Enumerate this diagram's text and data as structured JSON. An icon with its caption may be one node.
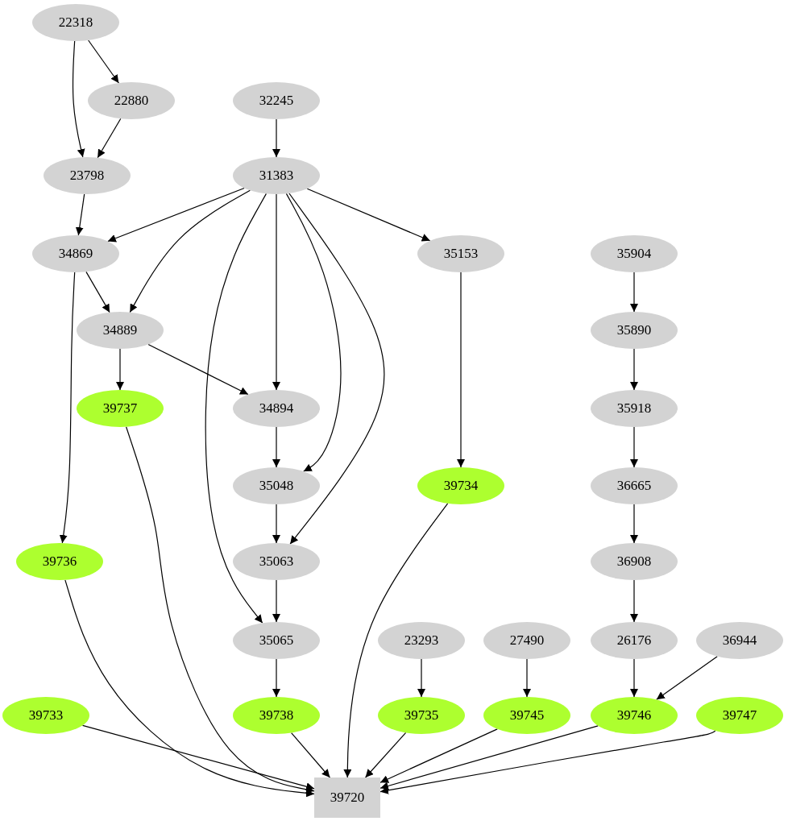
{
  "diagram": {
    "nodes": [
      {
        "text": [
          "22318"
        ]
      },
      {
        "text": [
          "22880"
        ]
      },
      {
        "text": [
          "32245"
        ]
      },
      {
        "text": [
          "23798"
        ]
      },
      {
        "text": [
          "31383"
        ]
      },
      {
        "text": [
          "34869"
        ]
      },
      {
        "text": [
          "35153"
        ]
      },
      {
        "text": [
          "35904"
        ]
      },
      {
        "text": [
          "34889"
        ]
      },
      {
        "text": [
          "35890"
        ]
      },
      {
        "text": [
          "39737"
        ]
      },
      {
        "text": [
          "34894"
        ]
      },
      {
        "text": [
          "35918"
        ]
      },
      {
        "text": [
          "35048"
        ]
      },
      {
        "text": [
          "39734"
        ]
      },
      {
        "text": [
          "36665"
        ]
      },
      {
        "text": [
          "39736"
        ]
      },
      {
        "text": [
          "35063"
        ]
      },
      {
        "text": [
          "36908"
        ]
      },
      {
        "text": [
          "35065"
        ]
      },
      {
        "text": [
          "23293"
        ]
      },
      {
        "text": [
          "27490"
        ]
      },
      {
        "text": [
          "26176"
        ]
      },
      {
        "text": [
          "36944"
        ]
      },
      {
        "text": [
          "39733"
        ]
      },
      {
        "text": [
          "39738"
        ]
      },
      {
        "text": [
          "39735"
        ]
      },
      {
        "text": [
          "39745"
        ]
      },
      {
        "text": [
          "39746"
        ]
      },
      {
        "text": [
          "39747"
        ]
      },
      {
        "text": [
          "39720"
        ]
      }
    ],
    "edges": [
      {
        "from": 0,
        "to": 1,
        "arrow": "to"
      },
      {
        "from": 0,
        "to": 3,
        "arrow": "to"
      },
      {
        "from": 1,
        "to": 3,
        "arrow": "to"
      },
      {
        "from": 2,
        "to": 4,
        "arrow": "to"
      },
      {
        "from": 3,
        "to": 5,
        "arrow": "to"
      },
      {
        "from": 4,
        "to": 5,
        "arrow": "to"
      },
      {
        "from": 4,
        "to": 8,
        "arrow": "to"
      },
      {
        "from": 4,
        "to": 19,
        "arrow": "to"
      },
      {
        "from": 4,
        "to": 11,
        "arrow": "to"
      },
      {
        "from": 4,
        "to": 13,
        "arrow": "to"
      },
      {
        "from": 4,
        "to": 17,
        "arrow": "to"
      },
      {
        "from": 4,
        "to": 6,
        "arrow": "to"
      },
      {
        "from": 5,
        "to": 8,
        "arrow": "to"
      },
      {
        "from": 5,
        "to": 16,
        "arrow": "to"
      },
      {
        "from": 8,
        "to": 10,
        "arrow": "to"
      },
      {
        "from": 8,
        "to": 11,
        "arrow": "to"
      },
      {
        "from": 6,
        "to": 14,
        "arrow": "to"
      },
      {
        "from": 7,
        "to": 9,
        "arrow": "to"
      },
      {
        "from": 9,
        "to": 12,
        "arrow": "to"
      },
      {
        "from": 12,
        "to": 15,
        "arrow": "to"
      },
      {
        "from": 15,
        "to": 18,
        "arrow": "to"
      },
      {
        "from": 18,
        "to": 22,
        "arrow": "to"
      },
      {
        "from": 11,
        "to": 13,
        "arrow": "to"
      },
      {
        "from": 13,
        "to": 17,
        "arrow": "to"
      },
      {
        "from": 17,
        "to": 19,
        "arrow": "to"
      },
      {
        "from": 19,
        "to": 25,
        "arrow": "to"
      },
      {
        "from": 20,
        "to": 26,
        "arrow": "to"
      },
      {
        "from": 21,
        "to": 27,
        "arrow": "to"
      },
      {
        "from": 22,
        "to": 28,
        "arrow": "to"
      },
      {
        "from": 23,
        "to": 28,
        "arrow": "to"
      },
      {
        "from": 10,
        "to": 30,
        "arrow": "to"
      },
      {
        "from": 16,
        "to": 30,
        "arrow": "to"
      },
      {
        "from": 24,
        "to": 30,
        "arrow": "to"
      },
      {
        "from": 25,
        "to": 30,
        "arrow": "to"
      },
      {
        "from": 26,
        "to": 30,
        "arrow": "to"
      },
      {
        "from": 27,
        "to": 30,
        "arrow": "to"
      },
      {
        "from": 28,
        "to": 30,
        "arrow": "to"
      },
      {
        "from": 29,
        "to": 30,
        "arrow": "to"
      },
      {
        "from": 14,
        "to": 30,
        "arrow": "to"
      }
    ]
  }
}
